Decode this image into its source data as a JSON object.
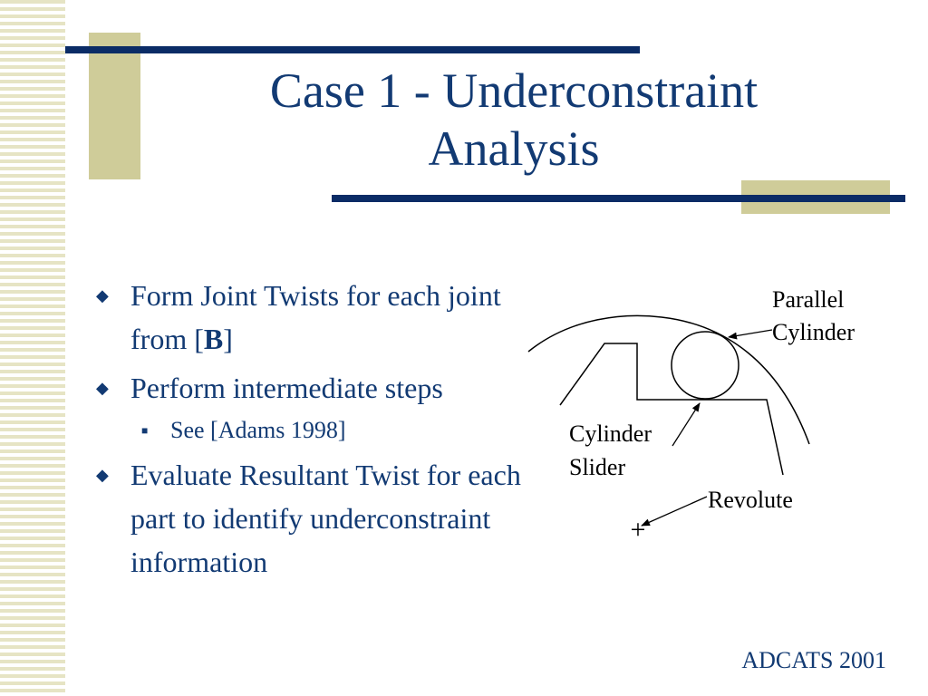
{
  "slide": {
    "title_line1": "Case 1 - Underconstraint",
    "title_line2": "Analysis",
    "bullets": {
      "b1_text": "Form Joint Twists for each joint from [",
      "b1_bold": "B",
      "b1_end": "]",
      "b2_text": "Perform intermediate steps",
      "b2_sub": "See [Adams 1998]",
      "b3_text": "Evaluate Resultant Twist for each part to identify underconstraint information"
    },
    "diagram": {
      "label_parallel_1": "Parallel",
      "label_parallel_2": "Cylinder",
      "label_slider_1": "Cylinder",
      "label_slider_2": "Slider",
      "label_revolute": "Revolute",
      "pivot_mark": "+"
    },
    "footer": "ADCATS 2001"
  },
  "icons": {
    "bullet_level1": "diamond-icon",
    "bullet_level2": "square-icon"
  },
  "colors": {
    "text": "#123a73",
    "rule": "#0b2c66",
    "accent_block": "#cfcc99",
    "stripe": "#e6e4c4"
  }
}
